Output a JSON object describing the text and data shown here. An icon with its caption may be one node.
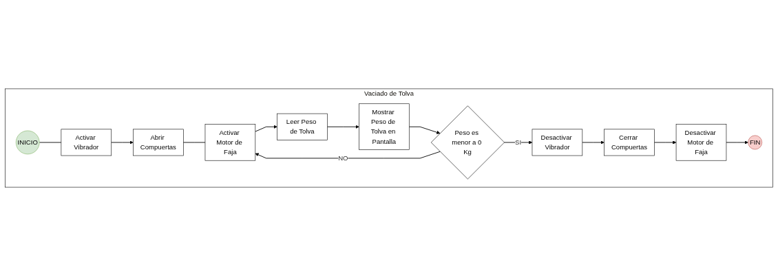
{
  "diagram": {
    "nodes": [
      {
        "text": [
          "Vaciado de Tolva"
        ]
      },
      {
        "text": [
          "INICIO"
        ],
        "in": 0
      },
      {
        "text": [
          "Activar Vibrador"
        ],
        "in": 0
      },
      {
        "text": [
          "Abrir Compuertas"
        ],
        "in": 0
      },
      {
        "text": [
          "Activar Motor de Faja"
        ],
        "in": 0
      },
      {
        "text": [
          "Leer Peso de Tolva"
        ],
        "in": 0
      },
      {
        "text": [
          "Mostrar Peso de Tolva en Pantalla"
        ],
        "in": 0
      },
      {
        "text": [
          "Peso es menor a 0 Kg"
        ],
        "in": 0
      },
      {
        "text": [
          "Desactivar Vibrador"
        ],
        "in": 0
      },
      {
        "text": [
          "Cerrar Compuertas"
        ],
        "in": 0
      },
      {
        "text": [
          "Desactivar Motor de Faja"
        ],
        "in": 0
      },
      {
        "text": [
          "FIN"
        ],
        "in": 0
      }
    ],
    "edges": [
      {
        "from": 1,
        "to": 2,
        "arrow": "none"
      },
      {
        "from": 2,
        "to": 3,
        "arrow": "to"
      },
      {
        "from": 3,
        "to": 4,
        "arrow": "none"
      },
      {
        "from": 4,
        "to": 5,
        "arrow": "to"
      },
      {
        "from": 5,
        "to": 6,
        "arrow": "to"
      },
      {
        "from": 6,
        "to": 7,
        "arrow": "to"
      },
      {
        "from": 7,
        "to": 4,
        "arrow": "to",
        "label": "NO"
      },
      {
        "from": 7,
        "to": 8,
        "arrow": "to",
        "label": "SI"
      },
      {
        "from": 8,
        "to": 9,
        "arrow": "to"
      },
      {
        "from": 9,
        "to": 10,
        "arrow": "to"
      },
      {
        "from": 10,
        "to": 11,
        "arrow": "to"
      }
    ]
  }
}
